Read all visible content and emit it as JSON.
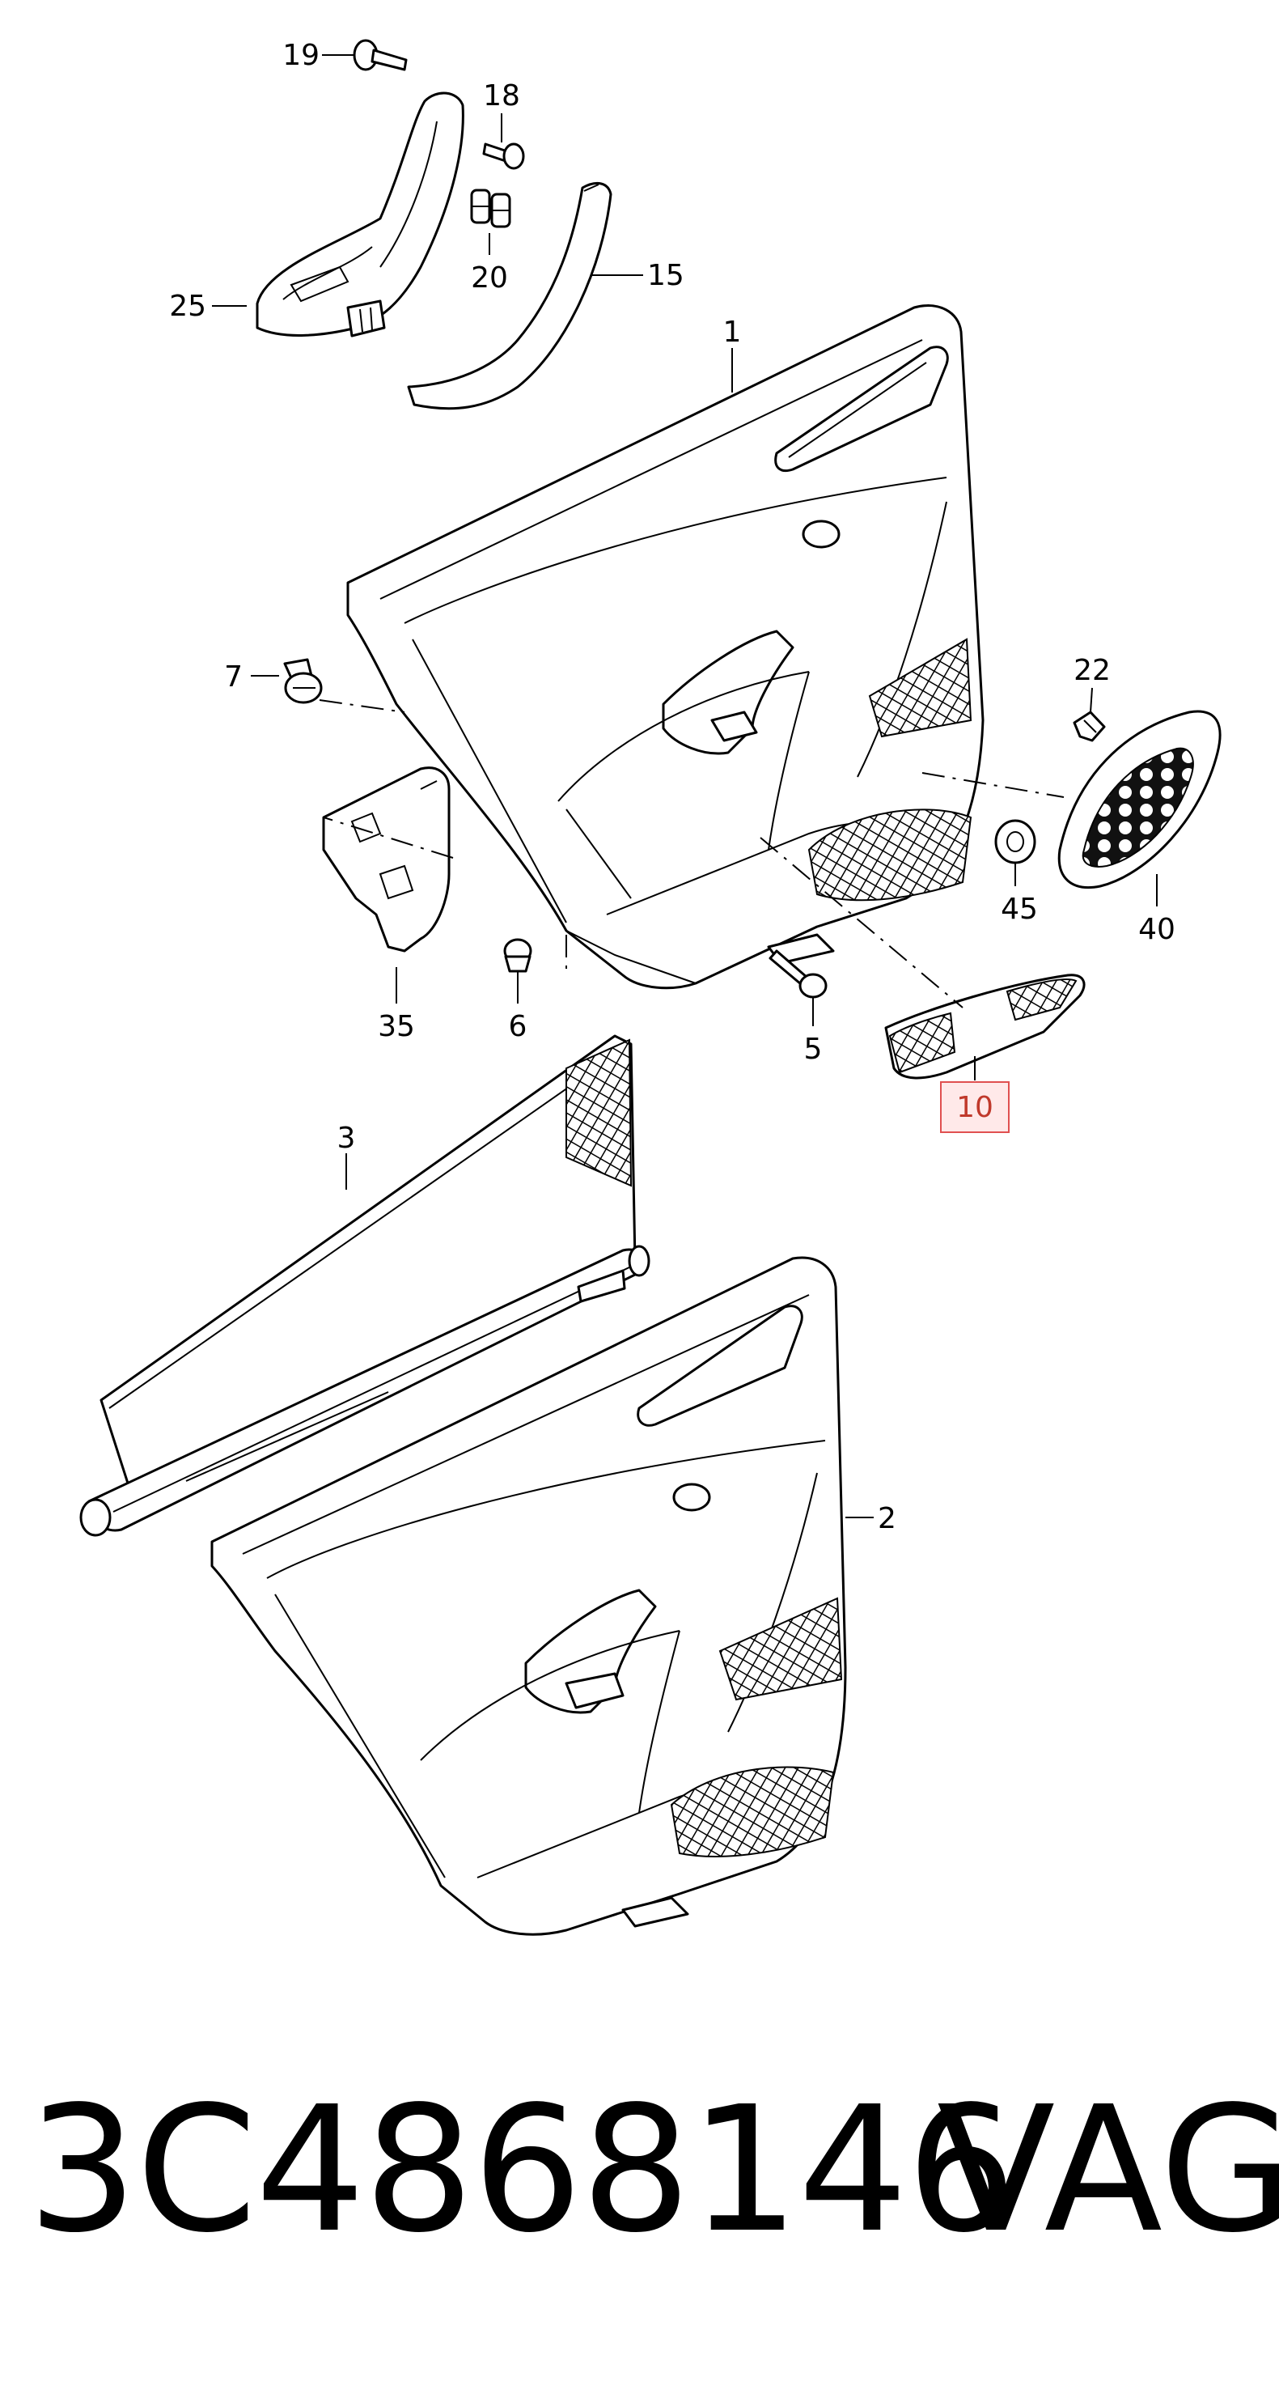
{
  "callouts": [
    {
      "id": "19",
      "text": "19"
    },
    {
      "id": "18",
      "text": "18"
    },
    {
      "id": "20",
      "text": "20"
    },
    {
      "id": "15",
      "text": "15"
    },
    {
      "id": "25",
      "text": "25"
    },
    {
      "id": "1",
      "text": "1"
    },
    {
      "id": "7",
      "text": "7"
    },
    {
      "id": "22",
      "text": "22"
    },
    {
      "id": "35",
      "text": "35"
    },
    {
      "id": "6",
      "text": "6"
    },
    {
      "id": "5",
      "text": "5"
    },
    {
      "id": "45",
      "text": "45"
    },
    {
      "id": "40",
      "text": "40"
    },
    {
      "id": "10",
      "text": "10"
    },
    {
      "id": "3",
      "text": "3"
    },
    {
      "id": "2",
      "text": "2"
    }
  ],
  "highlighted_callout": "10",
  "highlight_color": "#e05050",
  "footer": {
    "part_number": "3C4868146",
    "brand": "VAG"
  }
}
